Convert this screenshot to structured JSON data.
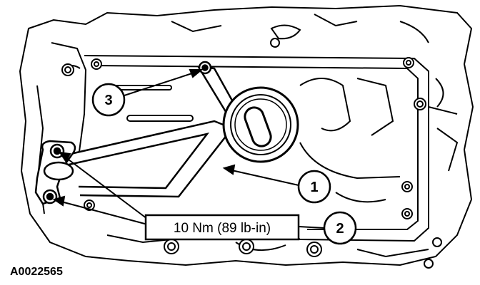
{
  "figure": {
    "callouts": [
      {
        "id": "callout-1",
        "label": "1"
      },
      {
        "id": "callout-2",
        "label": "2"
      },
      {
        "id": "callout-3",
        "label": "3"
      }
    ],
    "torque_spec": "10 Nm (89 lb-in)",
    "figure_id": "A0022565"
  }
}
